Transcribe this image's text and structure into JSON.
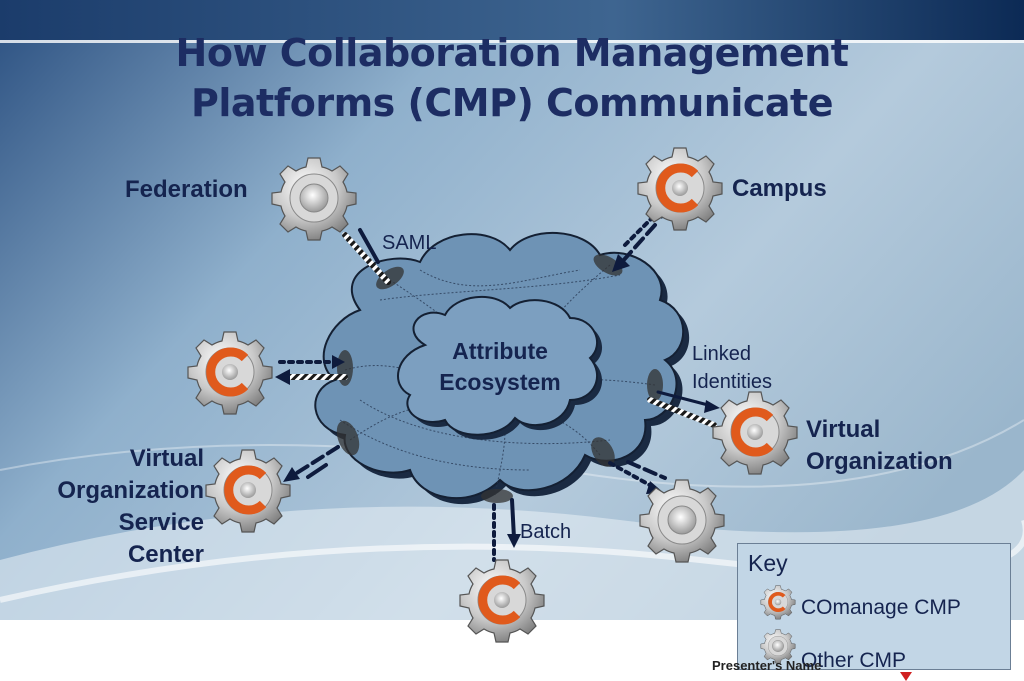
{
  "title": {
    "line1": "How Collaboration Management",
    "line2": "Platforms (CMP) Communicate"
  },
  "cloud": {
    "inner_line1": "Attribute",
    "inner_line2": "Ecosystem"
  },
  "nodes": {
    "federation": {
      "label": "Federation",
      "kind": "other-cmp"
    },
    "campus": {
      "label": "Campus",
      "kind": "comanage-cmp"
    },
    "left_unlabeled": {
      "kind": "comanage-cmp"
    },
    "vo_service_center": {
      "line1": "Virtual",
      "line2": "Organization",
      "line3": "Service",
      "line4": "Center",
      "kind": "comanage-cmp"
    },
    "virtual_organization": {
      "line1": "Virtual",
      "line2": "Organization",
      "kind": "comanage-cmp"
    },
    "bottom_right_unlabeled": {
      "kind": "other-cmp"
    },
    "bottom_unlabeled": {
      "kind": "comanage-cmp"
    }
  },
  "connections": {
    "saml": "SAML",
    "linked_line1": "Linked",
    "linked_line2": "Identities",
    "batch": "Batch"
  },
  "key": {
    "title": "Key",
    "comanage": "COmanage CMP",
    "other": "Other CMP"
  },
  "footer": {
    "presenter": "Presenter's Name"
  },
  "colors": {
    "title": "#1d2d63",
    "label": "#15244f",
    "cloud_fill": "#6e93b5",
    "inner_cloud_fill": "#7c9fc0",
    "comanage_accent": "#e05a1c",
    "arrow": "#0e1b3d",
    "key_fill": "#c2d6e6"
  },
  "icons": {
    "comanage": "comanage-gear-icon",
    "other": "silver-gear-icon"
  }
}
